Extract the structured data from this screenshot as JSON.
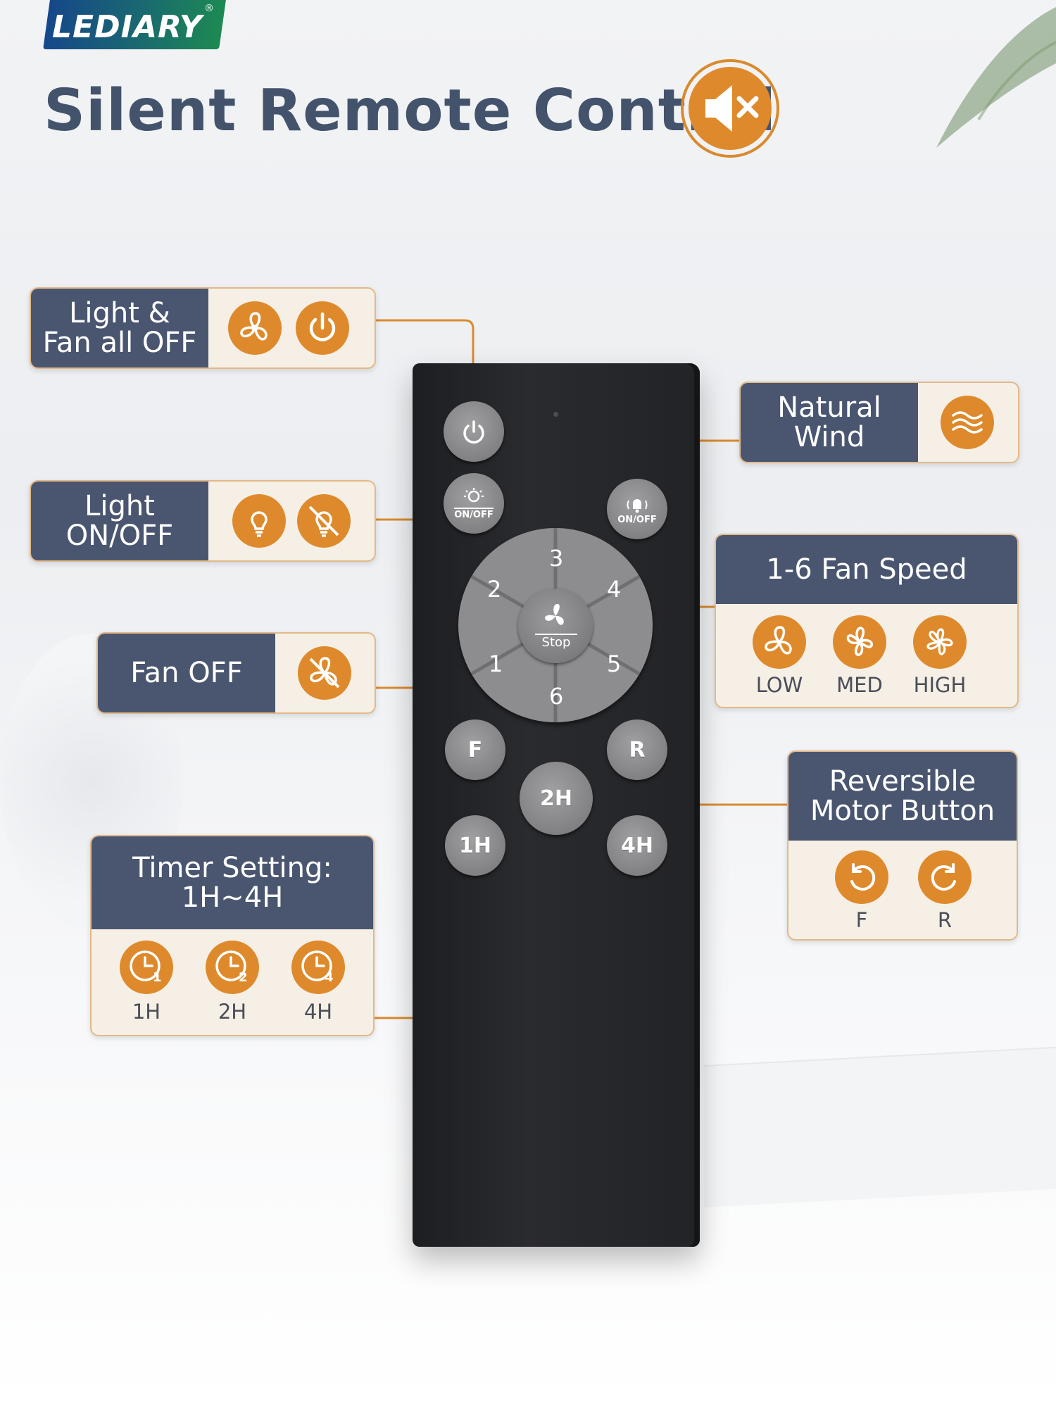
{
  "brand": {
    "logo_text": "LEDIARY",
    "logo_reg": "®"
  },
  "title": "Silent Remote Control",
  "colors": {
    "navy": "#4a5670",
    "orange": "#de8a2c",
    "title": "#44536c",
    "card_bg": "#f5efe6"
  },
  "callouts": {
    "light_fan_off": {
      "label_line1": "Light &",
      "label_line2": "Fan all OFF",
      "icons": [
        "fan-icon",
        "power-icon"
      ]
    },
    "light_onoff": {
      "label_line1": "Light",
      "label_line2": "ON/OFF",
      "icons": [
        "bulb-icon",
        "bulb-off-icon"
      ]
    },
    "fan_off": {
      "label": "Fan OFF",
      "icons": [
        "fan-off-icon"
      ]
    },
    "natural_wind": {
      "label_line1": "Natural",
      "label_line2": "Wind",
      "icons": [
        "wind-icon"
      ]
    },
    "fan_speed": {
      "label": "1-6 Fan Speed",
      "items": [
        "LOW",
        "MED",
        "HIGH"
      ]
    },
    "reversible": {
      "label_line1": "Reversible",
      "label_line2": "Motor Button",
      "items": [
        "F",
        "R"
      ]
    },
    "timer": {
      "label_line1": "Timer Setting:",
      "label_line2": "1H~4H",
      "items": [
        "1H",
        "2H",
        "4H"
      ]
    }
  },
  "remote": {
    "light_btn_label": "ON/OFF",
    "wind_btn_label": "ON/OFF",
    "dial_numbers": [
      "1",
      "2",
      "3",
      "4",
      "5",
      "6"
    ],
    "stop_label": "Stop",
    "btn_f": "F",
    "btn_r": "R",
    "btn_1h": "1H",
    "btn_2h": "2H",
    "btn_4h": "4H"
  }
}
